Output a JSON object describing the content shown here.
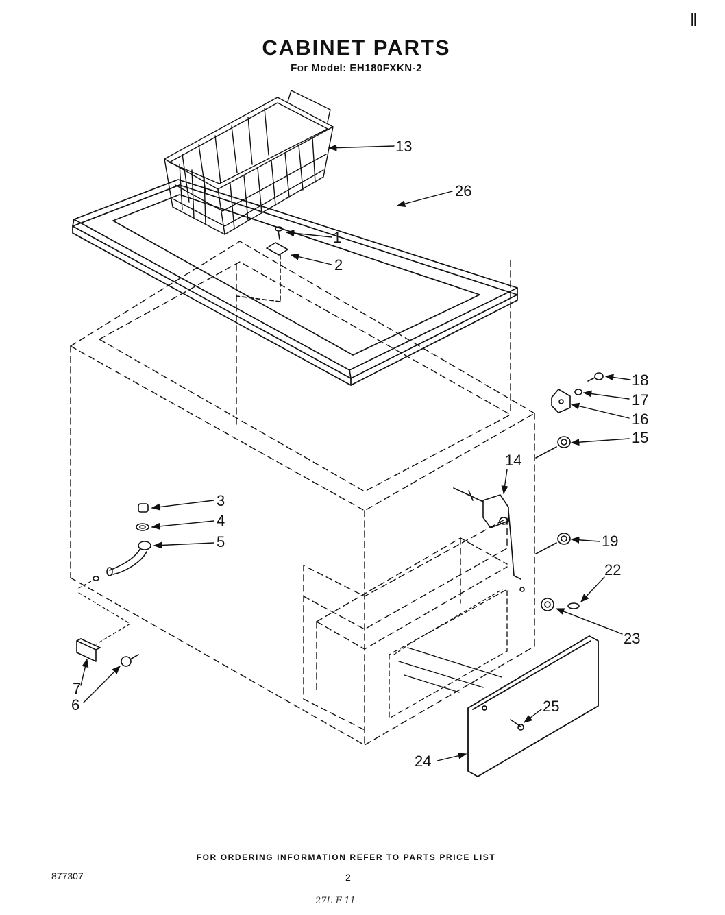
{
  "title": "CABINET PARTS",
  "subtitle": "For Model: EH180FXKN-2",
  "corner_mark": "‖",
  "callouts": {
    "c1": "1",
    "c2": "2",
    "c3": "3",
    "c4": "4",
    "c5": "5",
    "c6": "6",
    "c7": "7",
    "c13": "13",
    "c14": "14",
    "c15": "15",
    "c16": "16",
    "c17": "17",
    "c18": "18",
    "c19": "19",
    "c22": "22",
    "c23": "23",
    "c24": "24",
    "c25": "25",
    "c26": "26"
  },
  "footer": {
    "note": "FOR ORDERING INFORMATION REFER TO PARTS PRICE LIST",
    "catalog_number": "877307",
    "page_number": "2",
    "handwritten": "27L-F-11"
  }
}
